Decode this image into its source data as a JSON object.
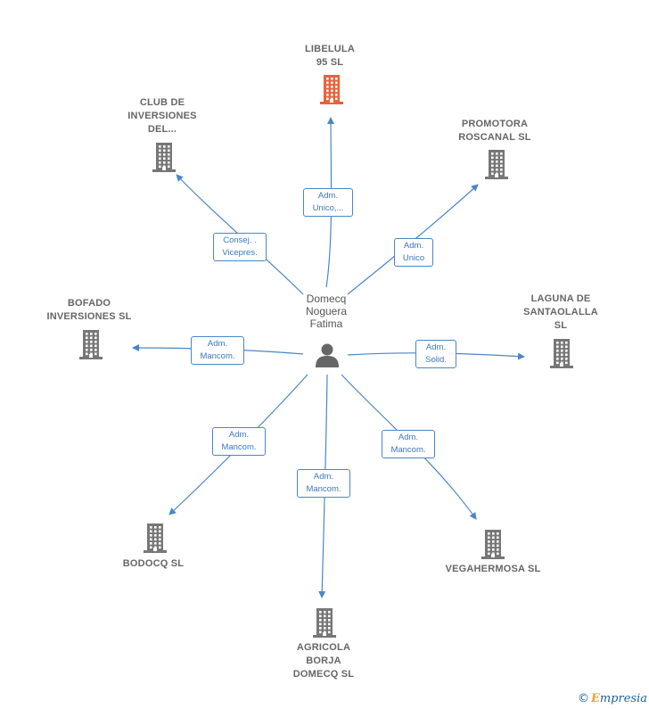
{
  "center": {
    "name_lines": [
      "Domecq",
      "Noguera",
      "Fatima"
    ],
    "icon": "person-icon"
  },
  "nodes": [
    {
      "id": "libelula",
      "lines": [
        "LIBELULA",
        "95  SL"
      ],
      "icon": "building-icon",
      "color": "#e8613a",
      "focus": true,
      "role_lines": [
        "Adm.",
        "Unico,..."
      ]
    },
    {
      "id": "club",
      "lines": [
        "CLUB DE",
        "INVERSIONES",
        "DEL..."
      ],
      "icon": "building-icon",
      "color": "#777777",
      "role_lines": [
        "Consej. .",
        "Vicepres."
      ]
    },
    {
      "id": "promotora",
      "lines": [
        "PROMOTORA",
        "ROSCANAL SL"
      ],
      "icon": "building-icon",
      "color": "#777777",
      "role_lines": [
        "Adm.",
        "Unico"
      ]
    },
    {
      "id": "bofado",
      "lines": [
        "BOFADO",
        "INVERSIONES SL"
      ],
      "icon": "building-icon",
      "color": "#777777",
      "role_lines": [
        "Adm.",
        "Mancom."
      ]
    },
    {
      "id": "laguna",
      "lines": [
        "LAGUNA DE",
        "SANTAOLALLA",
        "SL"
      ],
      "icon": "building-icon",
      "color": "#777777",
      "role_lines": [
        "Adm.",
        "Solid."
      ]
    },
    {
      "id": "bodocq",
      "lines": [
        "BODOCQ SL"
      ],
      "icon": "building-icon",
      "color": "#777777",
      "role_lines": [
        "Adm.",
        "Mancom."
      ]
    },
    {
      "id": "agricola",
      "lines": [
        "AGRICOLA",
        "BORJA",
        "DOMECQ SL"
      ],
      "icon": "building-icon",
      "color": "#777777",
      "role_lines": [
        "Adm.",
        "Mancom."
      ]
    },
    {
      "id": "vegahermosa",
      "lines": [
        "VEGAHERMOSA SL"
      ],
      "icon": "building-icon",
      "color": "#777777",
      "role_lines": [
        "Adm.",
        "Mancom."
      ]
    }
  ],
  "colors": {
    "edge": "#4a86c8",
    "building": "#777777",
    "focus_building": "#e8613a",
    "person": "#666666"
  },
  "watermark": {
    "symbol": "©",
    "e": "E",
    "rest": "mpresia"
  }
}
